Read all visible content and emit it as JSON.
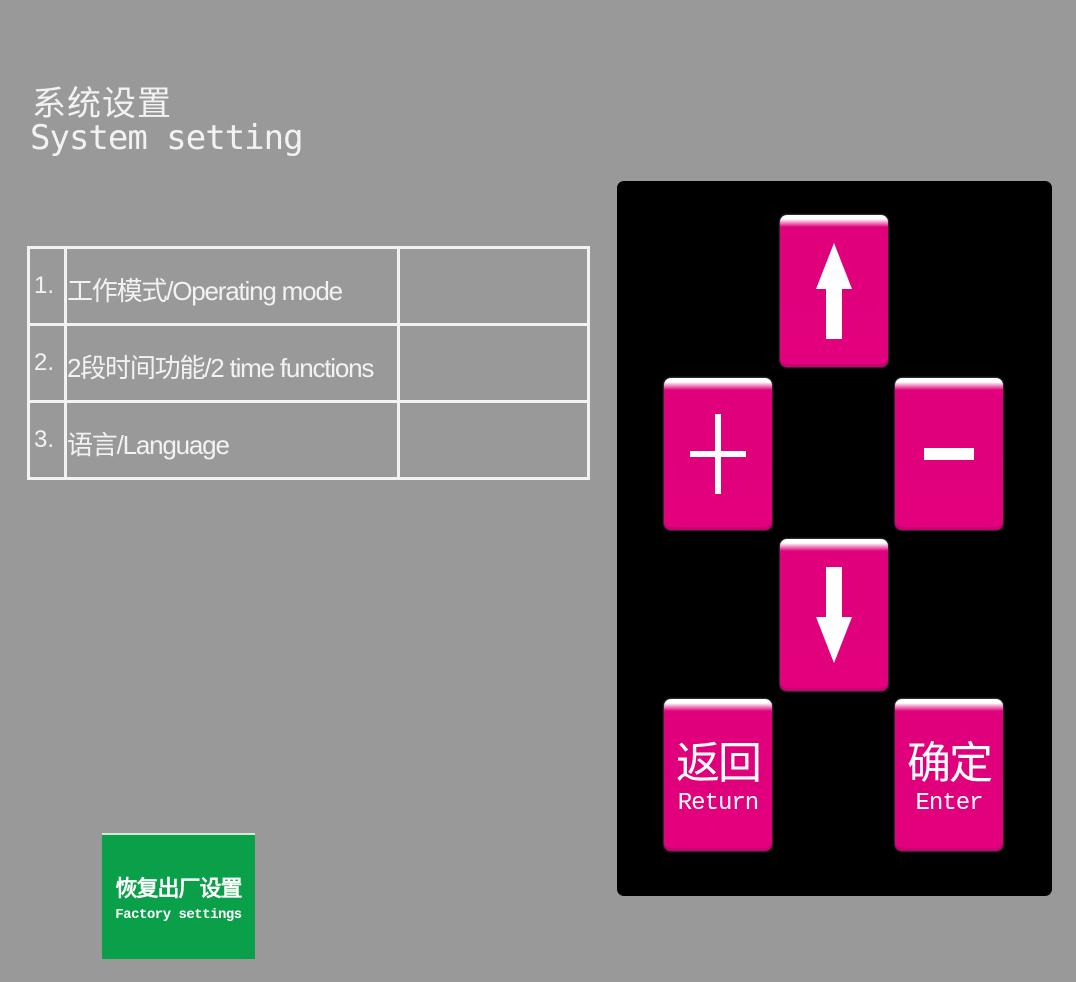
{
  "header": {
    "title_cn": "系统设置",
    "title_en": "System setting"
  },
  "menu": {
    "rows": [
      {
        "number": "1.",
        "label": "工作模式/Operating mode",
        "value": ""
      },
      {
        "number": "2.",
        "label": "2段时间功能/2 time functions",
        "value": ""
      },
      {
        "number": "3.",
        "label": "语言/Language",
        "value": ""
      }
    ]
  },
  "keypad": {
    "colors": {
      "panel": "#000000",
      "key": "#e2007d",
      "glyph": "#ffffff"
    },
    "keys": {
      "up": {
        "icon": "arrow-up-icon"
      },
      "plus": {
        "icon": "plus-icon"
      },
      "minus": {
        "icon": "minus-icon"
      },
      "down": {
        "icon": "arrow-down-icon"
      },
      "return": {
        "label_cn": "返回",
        "label_en": "Return"
      },
      "enter": {
        "label_cn": "确定",
        "label_en": "Enter"
      }
    }
  },
  "factory_button": {
    "label_cn": "恢复出厂设置",
    "label_en": "Factory settings",
    "color": "#0aa04a"
  },
  "background_color": "#999999"
}
